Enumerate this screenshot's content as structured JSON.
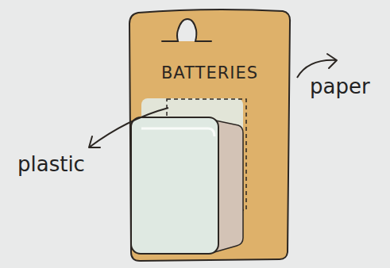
{
  "diagram": {
    "nodes": [
      {
        "text": [
          "BATTERIES"
        ]
      }
    ],
    "labels": [
      "plastic",
      "paper"
    ]
  }
}
